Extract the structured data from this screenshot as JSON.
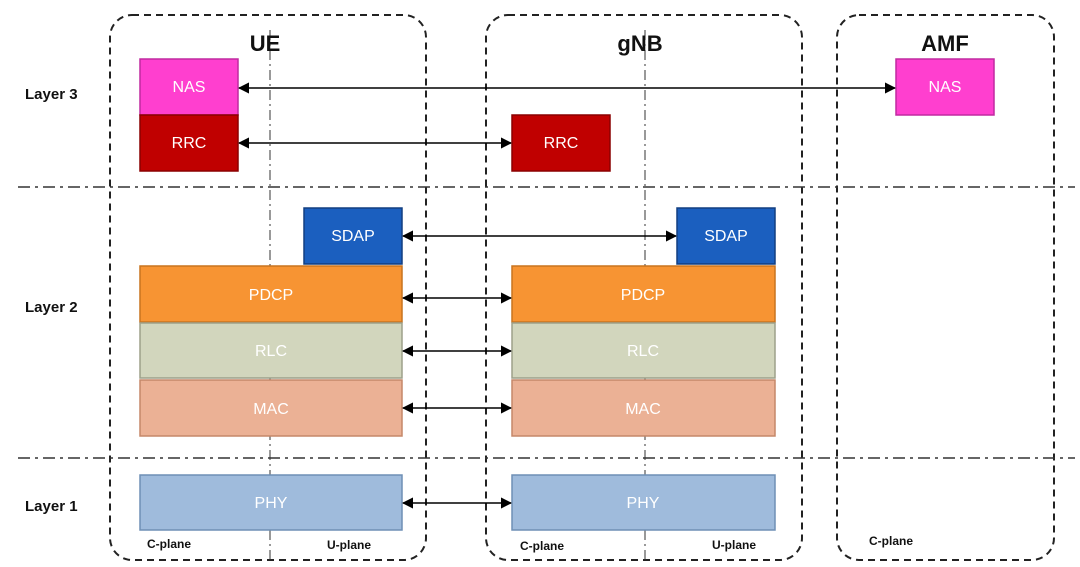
{
  "layers": [
    {
      "id": "layer3",
      "label": "Layer 3"
    },
    {
      "id": "layer2",
      "label": "Layer 2"
    },
    {
      "id": "layer1",
      "label": "Layer 1"
    }
  ],
  "entities": {
    "ue": {
      "label": "UE",
      "planes": [
        "C-plane",
        "U-plane"
      ]
    },
    "gnb": {
      "label": "gNB",
      "planes": [
        "C-plane",
        "U-plane"
      ]
    },
    "amf": {
      "label": "AMF",
      "planes": [
        "C-plane"
      ]
    }
  },
  "protocols": {
    "nas": {
      "label": "NAS",
      "color": "#ff3fcf",
      "border": "#c02aa0"
    },
    "rrc": {
      "label": "RRC",
      "color": "#c00000",
      "border": "#8a0000"
    },
    "sdap": {
      "label": "SDAP",
      "color": "#1b5fbf",
      "border": "#123f80"
    },
    "pdcp": {
      "label": "PDCP",
      "color": "#f79433",
      "border": "#c8741f"
    },
    "rlc": {
      "label": "RLC",
      "color": "#d2d6bd",
      "border": "#9da08a"
    },
    "mac": {
      "label": "MAC",
      "color": "#ebb195",
      "border": "#c58769"
    },
    "phy": {
      "label": "PHY",
      "color": "#9fbbdc",
      "border": "#6f8fb5"
    }
  },
  "links": [
    {
      "from": "UE NAS",
      "to": "AMF NAS"
    },
    {
      "from": "UE RRC",
      "to": "gNB RRC"
    },
    {
      "from": "UE SDAP",
      "to": "gNB SDAP"
    },
    {
      "from": "UE PDCP",
      "to": "gNB PDCP"
    },
    {
      "from": "UE RLC",
      "to": "gNB RLC"
    },
    {
      "from": "UE MAC",
      "to": "gNB MAC"
    },
    {
      "from": "UE PHY",
      "to": "gNB PHY"
    }
  ]
}
